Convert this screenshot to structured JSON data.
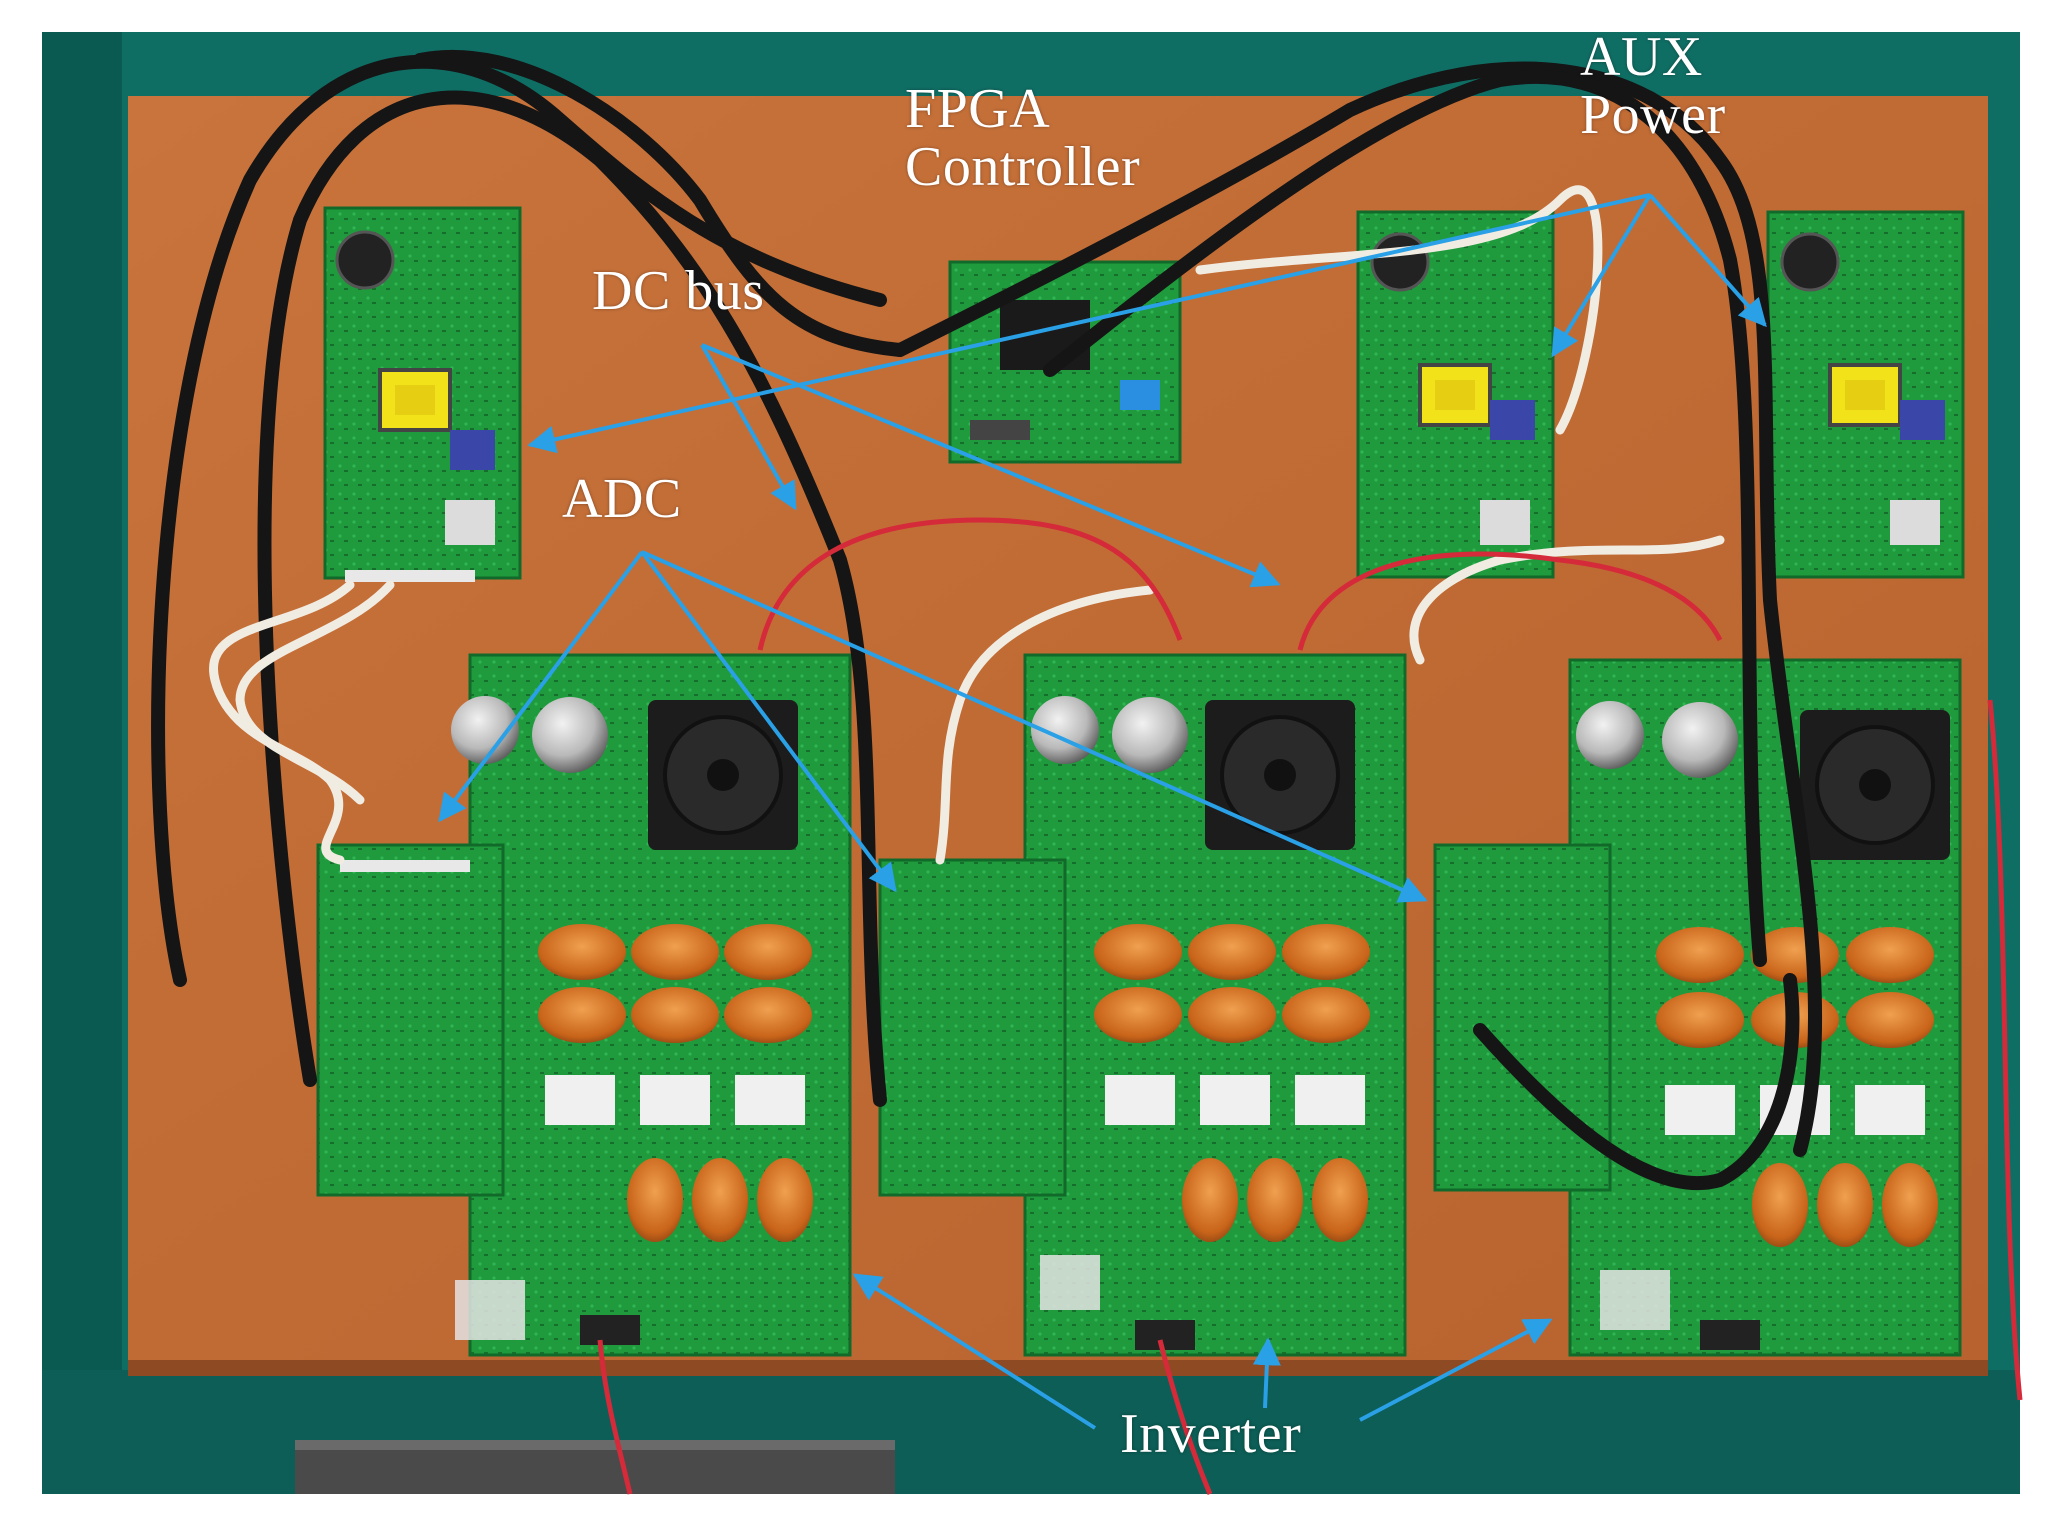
{
  "labels": {
    "fpga_controller": "FPGA\nController",
    "aux_power": "AUX\nPower",
    "dc_bus": "DC bus",
    "adc": "ADC",
    "inverter": "Inverter"
  },
  "colors": {
    "board_surface": "#c8703a",
    "pcb_green": "#1f9a3c",
    "table_teal": "#0f6e64",
    "arrow_blue": "#2aa0e6",
    "inductor_copper": "#c8641a",
    "label_text": "#ffffff"
  }
}
